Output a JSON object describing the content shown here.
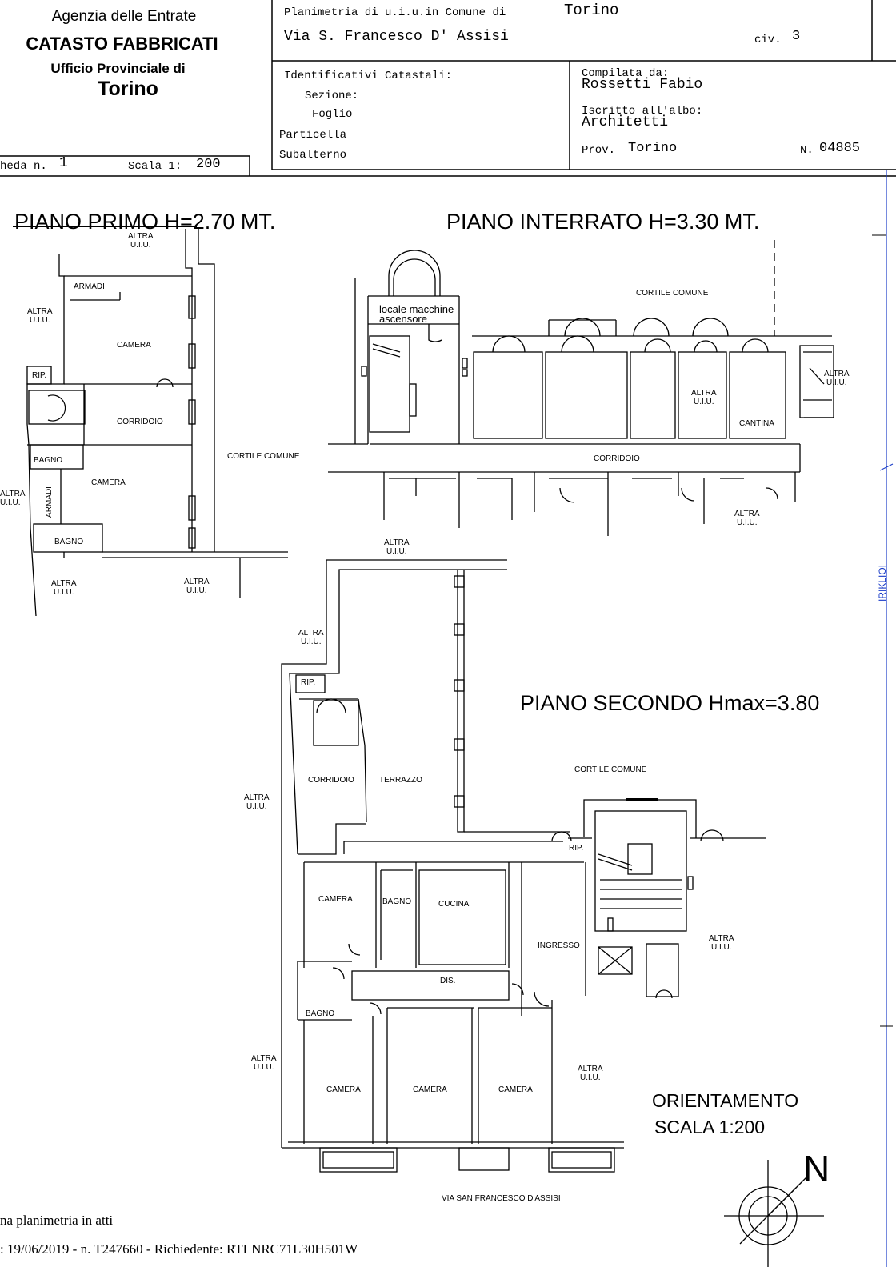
{
  "header": {
    "agency": "Agenzia delle Entrate",
    "catasto": "CATASTO FABBRICATI",
    "office": "Ufficio Provinciale di",
    "office_city": "Torino",
    "scheda_label": "heda n.",
    "scheda_num": "1",
    "scala_label": "Scala 1:",
    "scala_value": "200",
    "plan_label": "Planimetria di u.i.u.in Comune di",
    "plan_city": "Torino",
    "street": "Via S. Francesco D' Assisi",
    "civ_label": "civ.",
    "civ_value": "3",
    "ids_title": "Identificativi Catastali:",
    "sezione": "Sezione:",
    "foglio": "Foglio",
    "particella": "Particella",
    "subalterno": "Subalterno",
    "compilata_label": "Compilata da:",
    "compilata_name": "Rossetti Fabio",
    "iscritto_label": "Iscritto all'albo:",
    "iscritto_value": "Architetti",
    "prov_label": "Prov.",
    "prov_value": "Torino",
    "n_label": "N.",
    "n_value": "04885"
  },
  "floors": {
    "primo": "PIANO PRIMO  H=2.70 MT.",
    "interrato": "PIANO INTERRATO  H=3.30 MT.",
    "secondo": "PIANO SECONDO  Hmax=3.80"
  },
  "rooms": {
    "altra": "ALTRA",
    "uiu": "U.I.U.",
    "armadi": "ARMADI",
    "camera": "CAMERA",
    "rip": "RIP.",
    "corridoio": "CORRIDOIO",
    "bagno": "BAGNO",
    "cortile_comune": "CORTILE COMUNE",
    "locale_macchine": "locale macchine",
    "ascensore": "ascensore",
    "cantina": "CANTINA",
    "terrazzo": "TERRAZZO",
    "cucina": "CUCINA",
    "ingresso": "INGRESSO",
    "dis": "DIS.",
    "via": "VIA SAN FRANCESCO D'ASSISI"
  },
  "orientation": {
    "title": "ORIENTAMENTO",
    "scale": "SCALA 1:200",
    "north": "N"
  },
  "side_text": "IRIKLIOI",
  "footer": {
    "line1": "na planimetria in atti",
    "line2": ": 19/06/2019 - n. T247660 - Richiedente: RTLNRC71L30H501W"
  },
  "colors": {
    "ink": "#000000",
    "line_blue": "#1a3cc8",
    "paper": "#ffffff"
  }
}
